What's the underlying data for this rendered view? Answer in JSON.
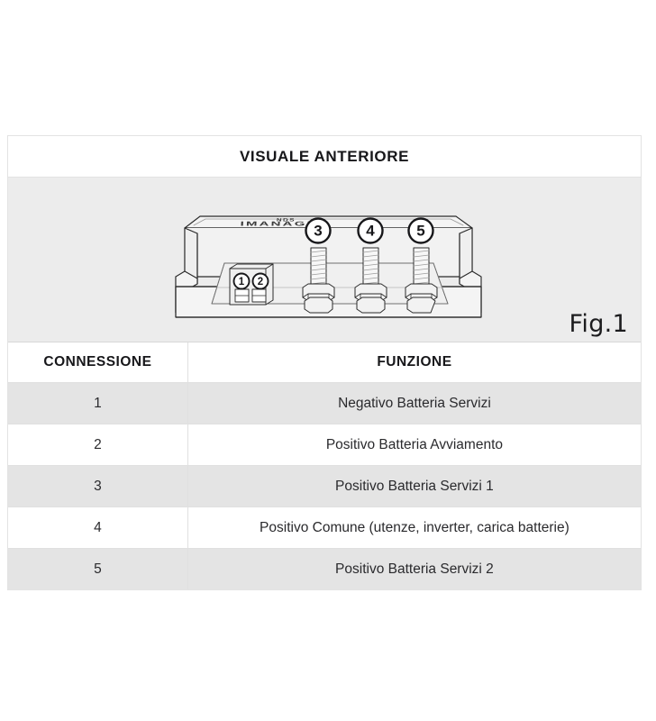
{
  "panel": {
    "title": "VISUALE ANTERIORE",
    "figure_label": "Fig.1",
    "background_color": "#ececec",
    "border_color": "#e3e3e3"
  },
  "figure": {
    "device_logo_top": "NDS",
    "device_logo_main": "IMANAGER",
    "callouts": [
      {
        "number": "1",
        "type": "small-terminal"
      },
      {
        "number": "2",
        "type": "small-terminal"
      },
      {
        "number": "3",
        "type": "bolt-stud"
      },
      {
        "number": "4",
        "type": "bolt-stud"
      },
      {
        "number": "5",
        "type": "bolt-stud"
      }
    ]
  },
  "table": {
    "headers": [
      "CONNESSIONE",
      "FUNZIONE"
    ],
    "rows": [
      {
        "connection": "1",
        "function": "Negativo Batteria Servizi"
      },
      {
        "connection": "2",
        "function": "Positivo Batteria Avviamento"
      },
      {
        "connection": "3",
        "function": "Positivo Batteria Servizi 1"
      },
      {
        "connection": "4",
        "function": "Positivo Comune (utenze, inverter, carica batterie)"
      },
      {
        "connection": "5",
        "function": "Positivo Batteria Servizi 2"
      }
    ]
  }
}
